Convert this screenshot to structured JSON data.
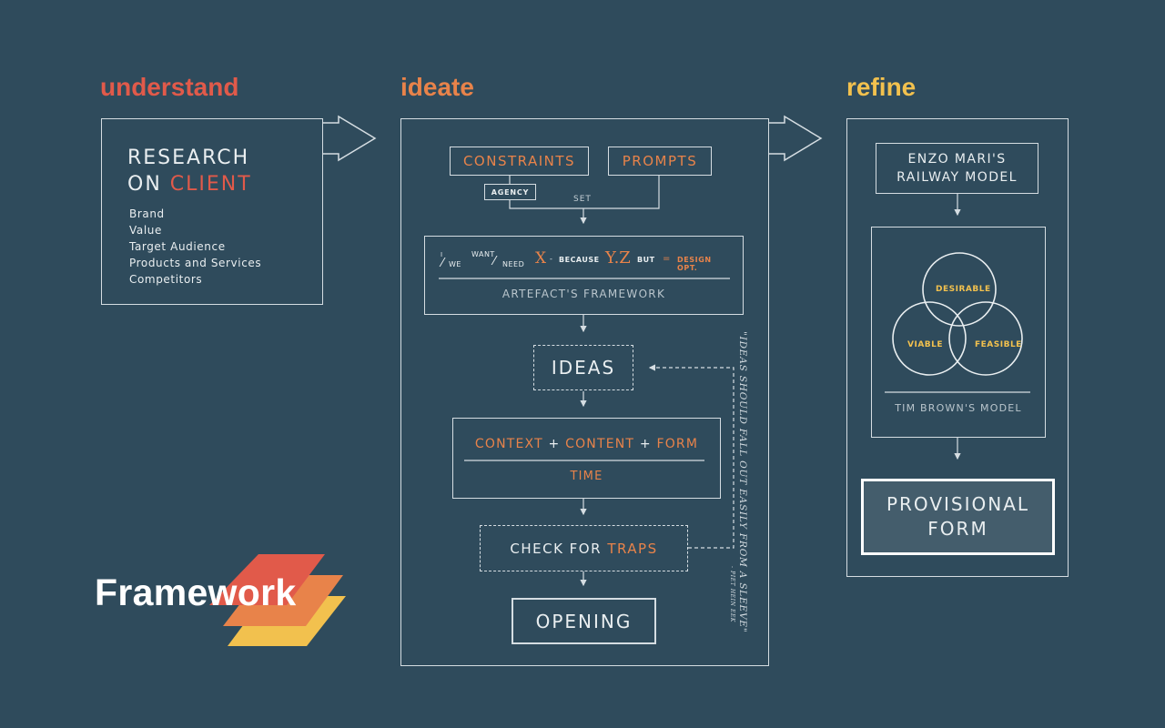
{
  "colors": {
    "background": "#2f4b5c",
    "line": "#d5dde2",
    "red": "#e15a4a",
    "orange": "#e8834a",
    "yellow": "#f2c14e",
    "provisional_fill": "#445d6c"
  },
  "phases": {
    "understand": "understand",
    "ideate": "ideate",
    "refine": "refine"
  },
  "research": {
    "title_line1": "RESEARCH",
    "title_on": "ON",
    "title_client": "CLIENT",
    "items": [
      "Brand",
      "Value",
      "Target Audience",
      "Products and Services",
      "Competitors"
    ]
  },
  "ideate": {
    "constraints": "CONSTRAINTS",
    "prompts": "PROMPTS",
    "agency": "AGENCY",
    "set": "SET",
    "formula": {
      "i": "I",
      "we": "WE",
      "want": "WANT",
      "need": "NEED",
      "x": "X",
      "dash": "-",
      "because": "BECAUSE",
      "yz": "Y.Z",
      "but": "BUT",
      "eq": "=",
      "design_opt": "DESIGN OPT."
    },
    "artefact": "ARTEFACT'S FRAMEWORK",
    "ideas": "IDEAS",
    "context": "CONTEXT",
    "plus1": "+",
    "content": "CONTENT",
    "plus2": "+",
    "form": "FORM",
    "time": "TIME",
    "check_for": "CHECK FOR",
    "traps": "TRAPS",
    "opening": "OPENING",
    "quote": "\"IDEAS SHOULD FALL OUT EASILY FROM A SLEEVE\"",
    "quote_author": "- PIET HEIN EEK"
  },
  "refine": {
    "enzo_line1": "ENZO MARI'S",
    "enzo_line2": "RAILWAY MODEL",
    "desirable": "DESIRABLE",
    "viable": "VIABLE",
    "feasible": "FEASIBLE",
    "tim_brown": "TIM BROWN'S MODEL",
    "provisional_line1": "PROVISIONAL",
    "provisional_line2": "FORM"
  },
  "logo": {
    "text": "Framework"
  }
}
